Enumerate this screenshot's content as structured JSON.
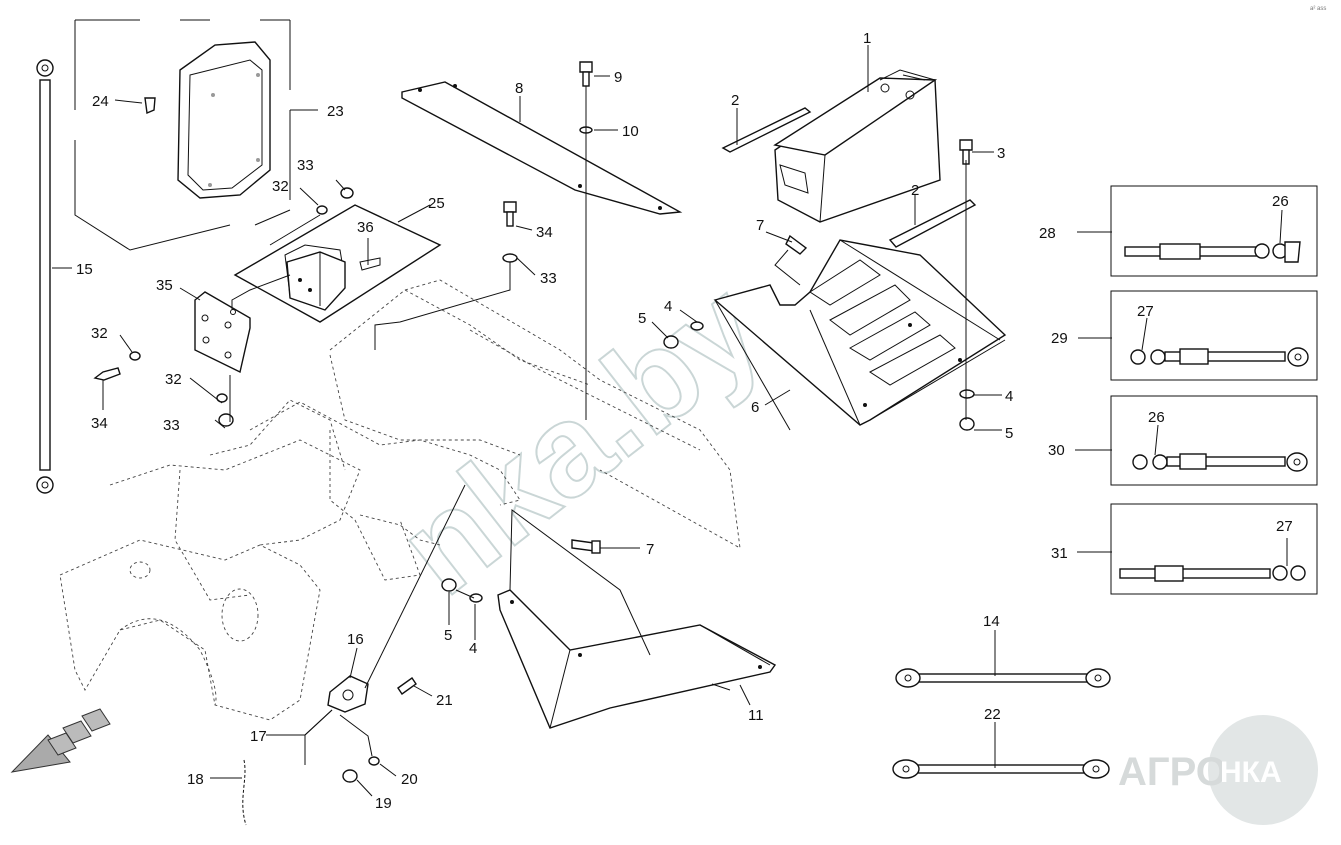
{
  "diagram": {
    "callouts": {
      "c1": "1",
      "c2a": "2",
      "c2b": "2",
      "c3": "3",
      "c4a": "4",
      "c4b": "4",
      "c4c": "4",
      "c5a": "5",
      "c5b": "5",
      "c5c": "5",
      "c6": "6",
      "c7a": "7",
      "c7b": "7",
      "c8": "8",
      "c9": "9",
      "c10": "10",
      "c11": "11",
      "c14": "14",
      "c15": "15",
      "c16": "16",
      "c17": "17",
      "c18": "18",
      "c19": "19",
      "c20": "20",
      "c21": "21",
      "c22": "22",
      "c23": "23",
      "c24": "24",
      "c25": "25",
      "c26a": "26",
      "c26b": "26",
      "c27a": "27",
      "c27b": "27",
      "c28": "28",
      "c29": "29",
      "c30": "30",
      "c31": "31",
      "c32a": "32",
      "c32b": "32",
      "c32c": "32",
      "c33a": "33",
      "c33b": "33",
      "c33c": "33",
      "c34a": "34",
      "c34b": "34",
      "c35": "35",
      "c36": "36"
    },
    "watermark": "nka.by",
    "logo": {
      "left": "АГРО",
      "right": "НКА"
    },
    "corner_mark": "a² ass"
  }
}
